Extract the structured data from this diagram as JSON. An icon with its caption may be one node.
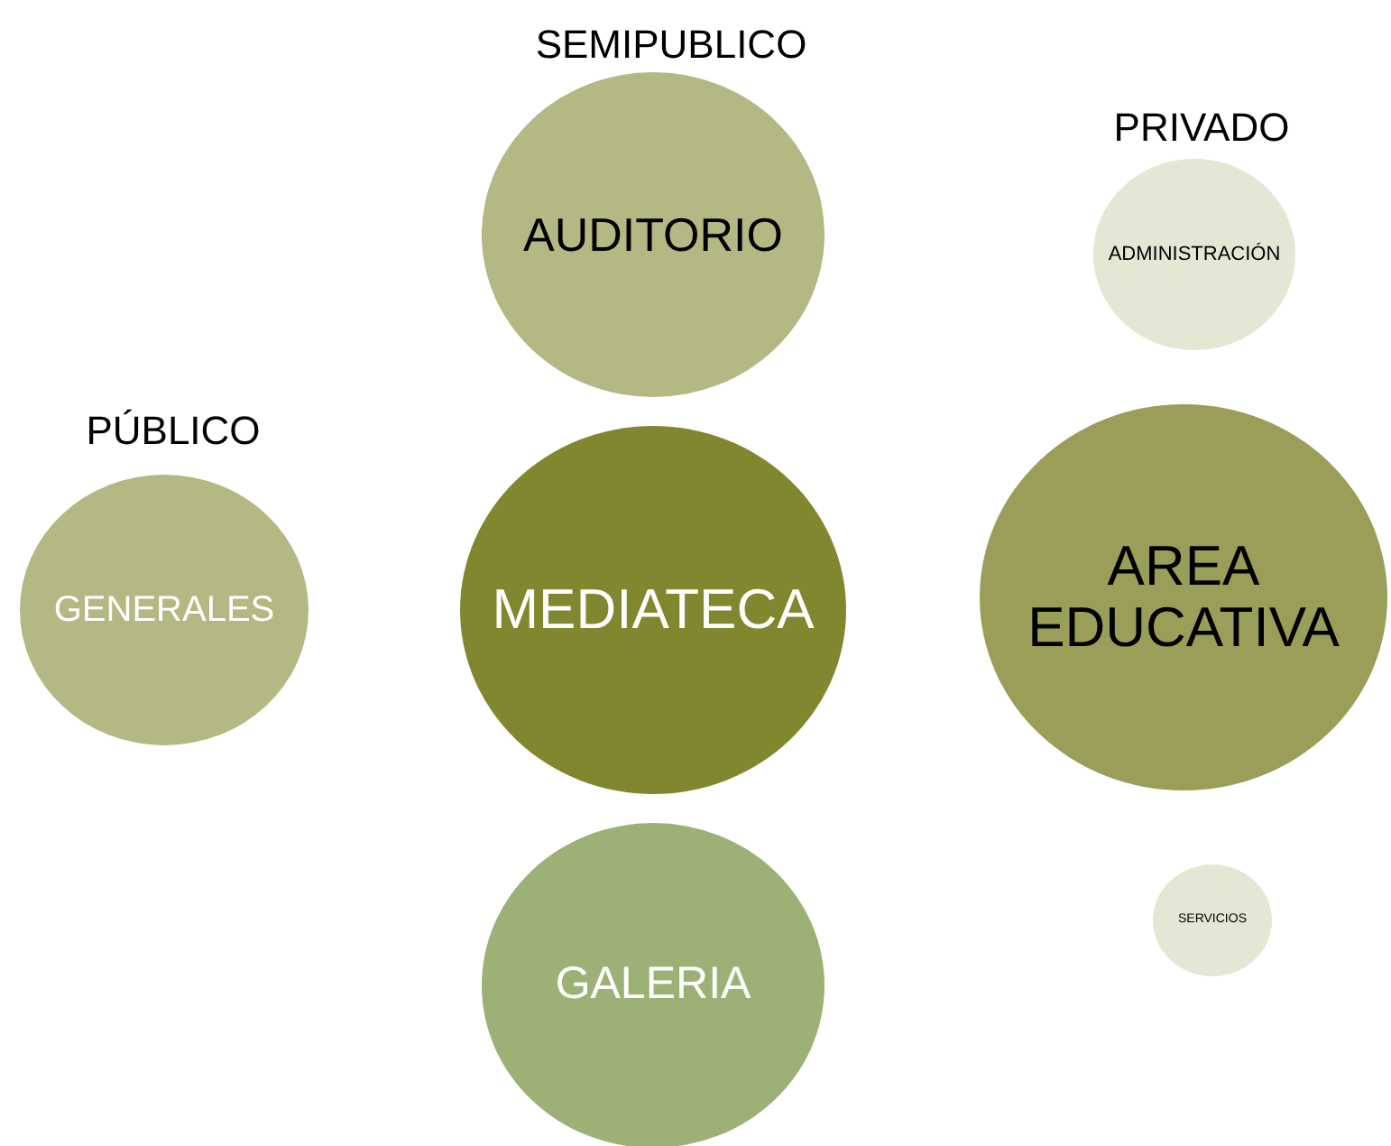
{
  "diagram": {
    "nodes": [
      {
        "text": [
          "AUDITORIO"
        ]
      },
      {
        "text": [
          "ADMINISTRACIÓN"
        ]
      },
      {
        "text": [
          "GENERALES"
        ]
      },
      {
        "text": [
          "MEDIATECA"
        ]
      },
      {
        "text": [
          "AREA EDUCATIVA"
        ]
      },
      {
        "text": [
          "SERVICIOS"
        ]
      },
      {
        "text": [
          "GALERIA"
        ]
      }
    ],
    "labels": [
      "SEMIPUBLICO",
      "PRIVADO",
      "PÚBLICO"
    ]
  }
}
